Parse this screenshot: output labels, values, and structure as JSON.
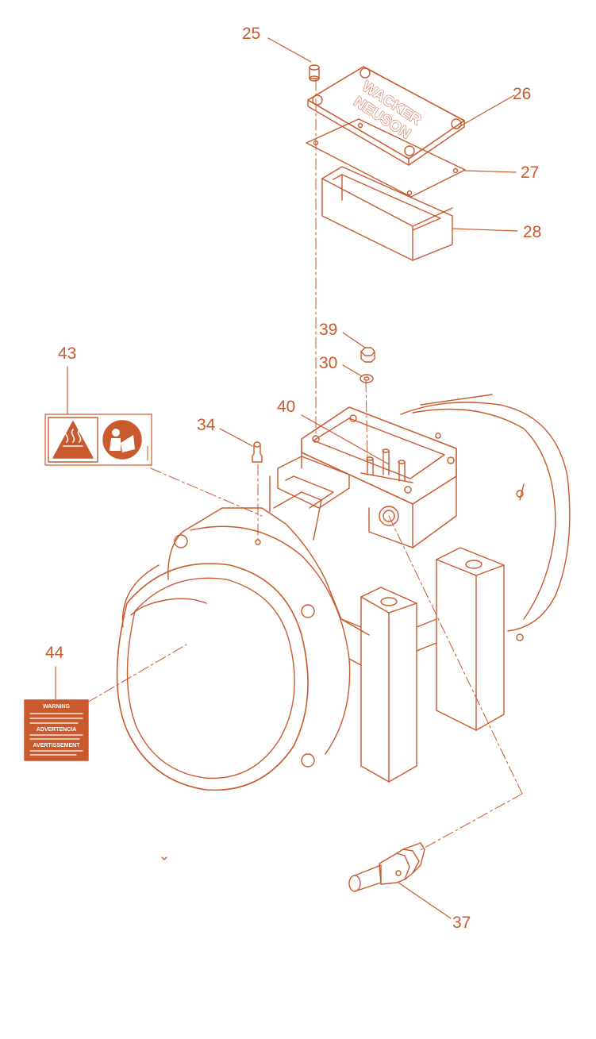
{
  "diagram": {
    "line_color": "#c85a2e",
    "label_color": "#c85a2e",
    "cover_logo": [
      "WACKER",
      "NEUSON"
    ],
    "callouts": {
      "c25": "25",
      "c26": "26",
      "c27": "27",
      "c28": "28",
      "c39": "39",
      "c30": "30",
      "c40": "40",
      "c43": "43",
      "c34": "34",
      "c44": "44",
      "c37": "37"
    },
    "labels": {
      "l44_title": "WARNING",
      "l44_sec2": "ADVERTENCIA",
      "l44_sec3": "AVERTISSEMENT"
    }
  }
}
